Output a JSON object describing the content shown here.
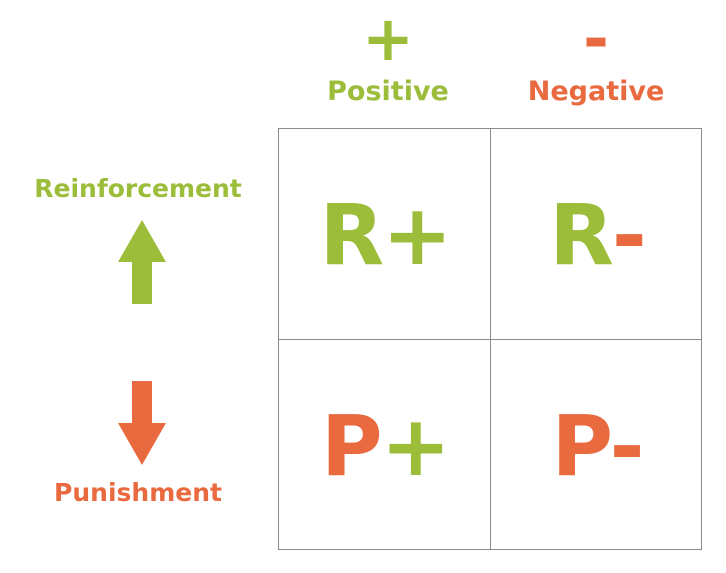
{
  "colors": {
    "green": "#9cbd39",
    "orange": "#ea6a40"
  },
  "columns": [
    {
      "symbol": "+",
      "label": "Positive"
    },
    {
      "symbol": "-",
      "label": "Negative"
    }
  ],
  "rows": [
    {
      "label": "Reinforcement",
      "arrow_icon": "arrow-up-icon"
    },
    {
      "label": "Punishment",
      "arrow_icon": "arrow-down-icon"
    }
  ],
  "cells": [
    {
      "letter": "R",
      "sign": "+"
    },
    {
      "letter": "R",
      "sign": "-"
    },
    {
      "letter": "P",
      "sign": "+"
    },
    {
      "letter": "P",
      "sign": "-"
    }
  ]
}
